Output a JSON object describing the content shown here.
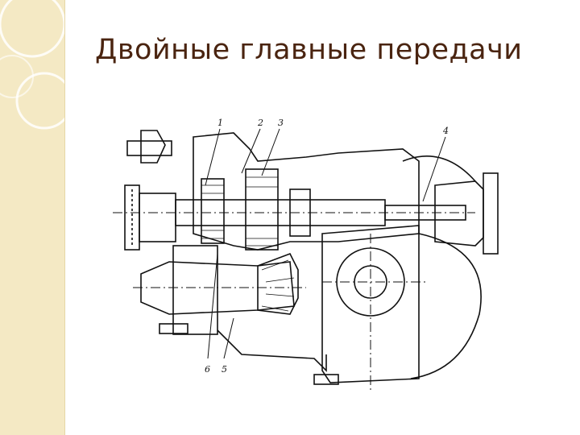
{
  "slide": {
    "title": "Двойные главные передачи"
  },
  "figure": {
    "callouts": [
      "1",
      "2",
      "3",
      "4",
      "5",
      "6"
    ]
  }
}
